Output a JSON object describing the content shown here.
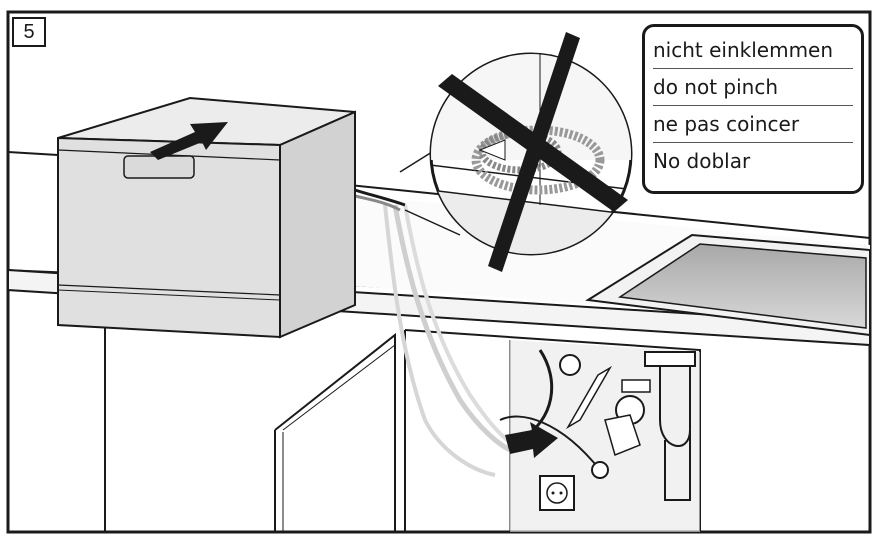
{
  "step": {
    "number": "5"
  },
  "warning": {
    "lines": [
      "nicht einklemmen",
      "do not pinch",
      "ne pas coincer",
      "No doblar"
    ]
  },
  "colors": {
    "outline": "#1a1a1a",
    "appliance_fill": "#e3e3e3",
    "shadow_fill": "#c4c4c4",
    "background": "#ffffff"
  },
  "icons": [
    "arrow-icon",
    "prohibition-cross-icon",
    "hose-icon",
    "power-socket-icon",
    "water-tap-icon",
    "drain-pipe-icon"
  ]
}
